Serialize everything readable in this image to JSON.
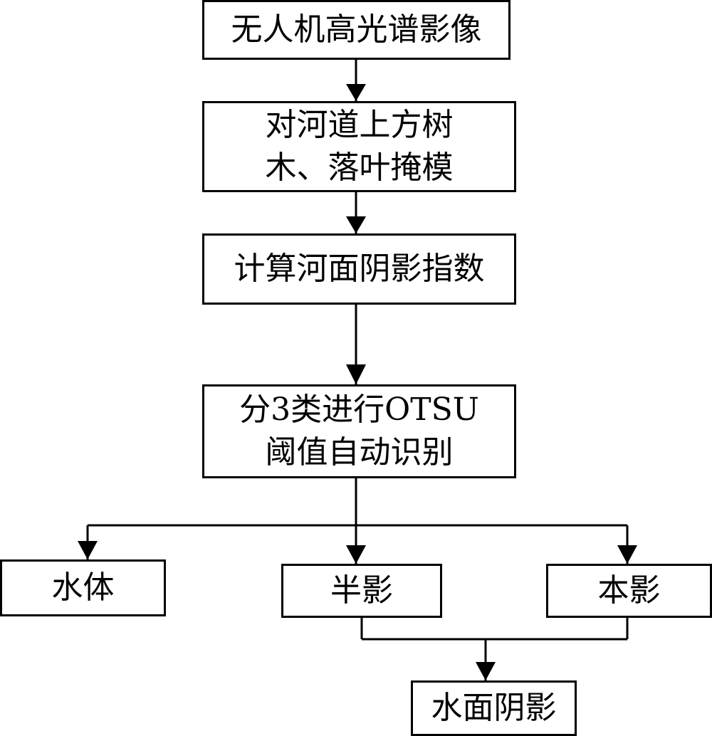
{
  "nodes": {
    "uav_image": {
      "lines": [
        "无人机高光谱影像"
      ]
    },
    "mask": {
      "lines": [
        "对河道上方树",
        "木、落叶掩模"
      ]
    },
    "index": {
      "lines": [
        "计算河面阴影指数"
      ]
    },
    "otsu": {
      "lines": [
        "分3类进行OTSU",
        "阈值自动识别"
      ]
    },
    "water": {
      "lines": [
        "水体"
      ]
    },
    "penumbra": {
      "lines": [
        "半影"
      ]
    },
    "umbra": {
      "lines": [
        "本影"
      ]
    },
    "water_shadow": {
      "lines": [
        "水面阴影"
      ]
    }
  },
  "edges": [
    [
      "uav_image",
      "mask"
    ],
    [
      "mask",
      "index"
    ],
    [
      "index",
      "otsu"
    ],
    [
      "otsu",
      "water"
    ],
    [
      "otsu",
      "penumbra"
    ],
    [
      "otsu",
      "umbra"
    ],
    [
      "penumbra",
      "water_shadow"
    ],
    [
      "umbra",
      "water_shadow"
    ]
  ]
}
